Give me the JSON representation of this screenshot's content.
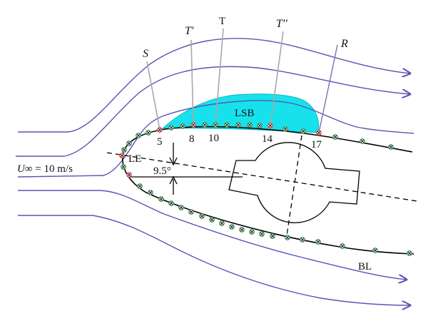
{
  "labels": {
    "S": "S",
    "T_prime": "T′",
    "T": "T",
    "T_double_prime": "T′′",
    "R": "R",
    "LSB": "LSB",
    "LE": "LE",
    "angle": "9.5°",
    "freestream_symbol": "U∞",
    "freestream_value": " = 10 m/s",
    "BL": "BL"
  },
  "sensor_numbers": [
    "5",
    "8",
    "10",
    "14",
    "17"
  ],
  "colors": {
    "streamline": "#5a54b3",
    "lsb_fill": "#17e2ec",
    "sensor_red": "#e0413c",
    "sensor_green": "#3c8a52",
    "airfoil": "#000000",
    "ray": "#a8a8a8"
  }
}
